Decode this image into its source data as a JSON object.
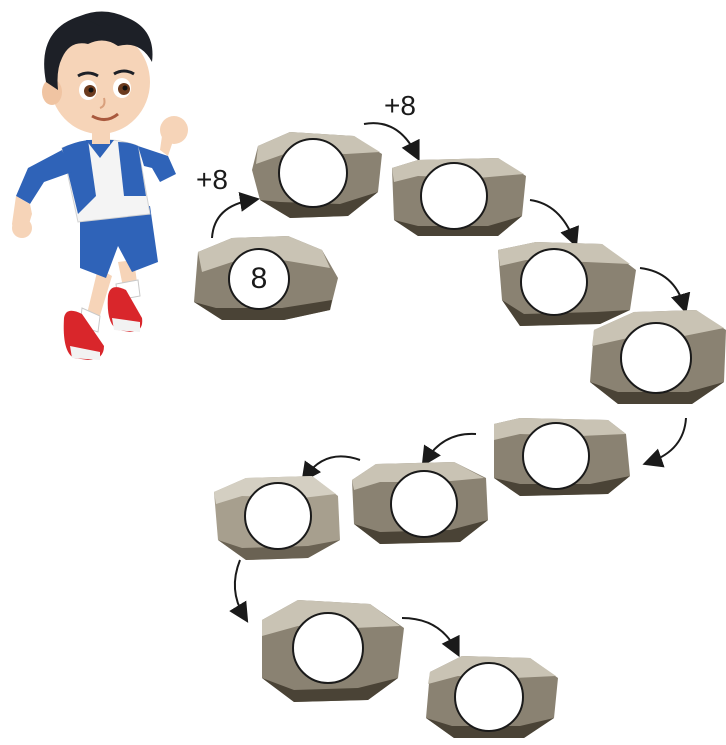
{
  "puzzle": {
    "start_value": "8",
    "step_labels": [
      "+8",
      "+8"
    ],
    "answers": [
      "",
      "",
      "",
      "",
      "",
      "",
      "",
      "",
      "",
      ""
    ]
  },
  "colors": {
    "rock_dark": "#4a4336",
    "rock_mid": "#8a8272",
    "rock_light": "#c9c3b4",
    "shirt_blue": "#2f63b8",
    "shoe_red": "#d9262b",
    "hair": "#1d2027"
  },
  "icons": [
    "boy-illustration",
    "curved-arrow-icon"
  ]
}
